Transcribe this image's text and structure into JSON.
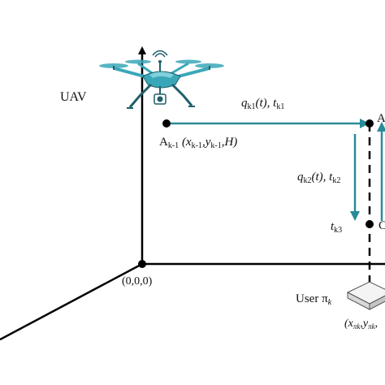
{
  "labels": {
    "uav": "UAV",
    "origin": "(0,0,0)",
    "q1_prefix": "q",
    "q1_sub": "k1",
    "q1_suffix": "(t), t",
    "q1_sub2": "k1",
    "q2_prefix": "q",
    "q2_sub": "k2",
    "q2_suffix": "(t), t",
    "q2_sub2": "k2",
    "tk3_main": "t",
    "tk3_sub": "k3",
    "a_prev_main": "A",
    "a_prev_sub": "k-1",
    "a_prev_coord_open": " (x",
    "a_prev_coord_sub1": "k-1",
    "a_prev_coord_mid": ",y",
    "a_prev_coord_sub2": "k-1",
    "a_prev_coord_close": ",H)",
    "a_right_partial": "A",
    "c_right_partial": "C",
    "user_main": "User π",
    "user_sub": "k",
    "user_coord_open": "(x",
    "user_coord_sub1": "πk",
    "user_coord_mid": ",y",
    "user_coord_sub2": "πk",
    "user_coord_close": ","
  },
  "colors": {
    "axis": "#000000",
    "arrow": "#2a8a99",
    "drone_body": "#3aa7b8",
    "drone_dark": "#1f5f6b",
    "device": "#f2f2f2"
  }
}
